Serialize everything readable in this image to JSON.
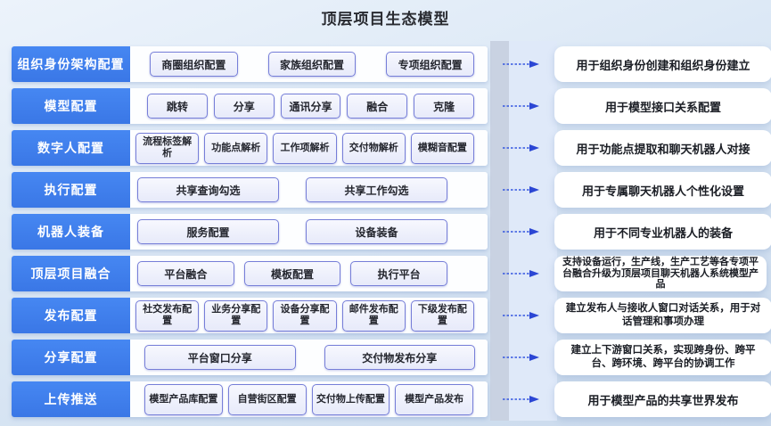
{
  "title": "顶层项目生态模型",
  "colors": {
    "accent_blue": "#3d7eea",
    "box_border": "#767ed8",
    "box_fill": "#eceefb",
    "arrow": "#2b46d4",
    "background": "#dde9f6",
    "card_white": "#ffffff"
  },
  "rows": [
    {
      "label": "组织身份架构配置",
      "boxes": [
        "商圈组织配置",
        "家族组织配置",
        "专项组织配置"
      ],
      "desc": "用于组织身份创建和组织身份建立"
    },
    {
      "label": "模型配置",
      "boxes": [
        "跳转",
        "分享",
        "通讯分享",
        "融合",
        "克隆"
      ],
      "desc": "用于模型接口关系配置"
    },
    {
      "label": "数字人配置",
      "boxes": [
        "流程标签解析",
        "功能点解析",
        "工作项解析",
        "交付物解析",
        "模糊音配置"
      ],
      "desc": "用于功能点提取和聊天机器人对接"
    },
    {
      "label": "执行配置",
      "boxes": [
        "共享查询勾选",
        "共享工作勾选"
      ],
      "desc": "用于专属聊天机器人个性化设置"
    },
    {
      "label": "机器人装备",
      "boxes": [
        "服务配置",
        "设备装备"
      ],
      "desc": "用于不同专业机器人的装备"
    },
    {
      "label": "顶层项目融合",
      "boxes": [
        "平台融合",
        "模板配置",
        "执行平台"
      ],
      "desc": "支持设备运行，生产线，生产工艺等各专项平台融合升级为顶层项目聊天机器人系统模型产品"
    },
    {
      "label": "发布配置",
      "boxes": [
        "社交发布配置",
        "业务分享配置",
        "设备分享配置",
        "邮件发布配置",
        "下级发布配置"
      ],
      "desc": "建立发布人与接收人窗口对话关系，用于对话管理和事项办理"
    },
    {
      "label": "分享配置",
      "boxes": [
        "平台窗口分享",
        "交付物发布分享"
      ],
      "desc": "建立上下游窗口关系，实现跨身份、跨平台、跨环境、跨平台的协调工作"
    },
    {
      "label": "上传推送",
      "boxes": [
        "模型产品库配置",
        "自营街区配置",
        "交付物上传配置",
        "模型产品发布"
      ],
      "desc": "用于模型产品的共享世界发布"
    }
  ]
}
